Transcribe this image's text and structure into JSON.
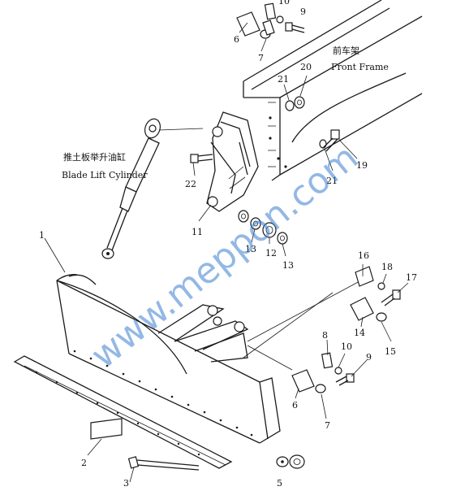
{
  "captions": {
    "front_frame_cn": "前车架",
    "front_frame_en": "Front Frame",
    "cylinder_cn": "推土板举升油缸",
    "cylinder_en": "Blade Lift Cylinder"
  },
  "watermark": "www.meppon.com",
  "callouts": [
    "1",
    "2",
    "3",
    "5",
    "6",
    "7",
    "8",
    "9",
    "10",
    "11",
    "12",
    "13",
    "14",
    "15",
    "16",
    "17",
    "18",
    "19",
    "20",
    "21",
    "22"
  ],
  "colors": {
    "line": "#1a1a1a",
    "watermark": "#3b7fd1",
    "background": "#ffffff"
  }
}
